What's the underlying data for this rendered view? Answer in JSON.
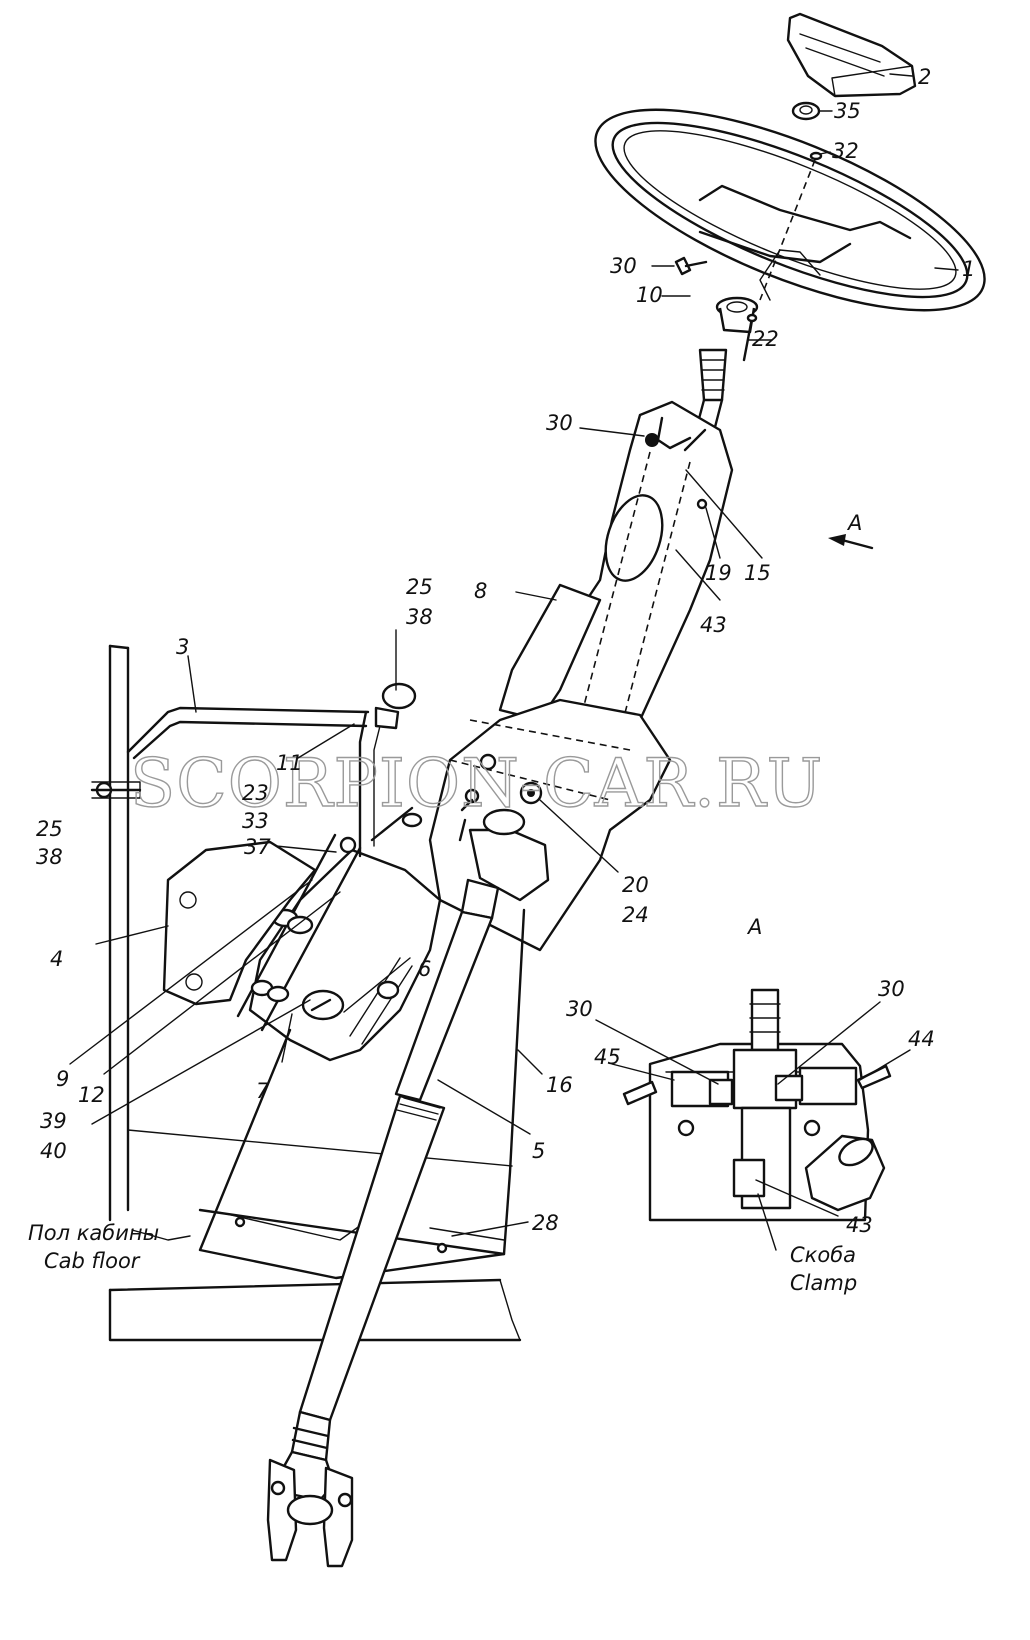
{
  "watermark": "SCORPION-CAR.RU",
  "view_marker": "A",
  "inset_title": "A",
  "labels": {
    "l1": "1",
    "l2": "2",
    "l35": "35",
    "l32": "32",
    "l30a": "30",
    "l10": "10",
    "l22": "22",
    "l30b": "30",
    "l15": "15",
    "l19": "19",
    "l43a": "43",
    "l8": "8",
    "l25a": "25",
    "l38a": "38",
    "l3": "3",
    "l11": "11",
    "l23": "23",
    "l33": "33",
    "l25b": "25",
    "l38b": "38",
    "l37": "37",
    "l20": "20",
    "l24": "24",
    "l4": "4",
    "l6": "6",
    "l7": "7",
    "l9": "9",
    "l12": "12",
    "l39": "39",
    "l40": "40",
    "l16": "16",
    "l5": "5",
    "l28": "28",
    "l30c": "30",
    "l30d": "30",
    "l45": "45",
    "l44": "44",
    "l43b": "43"
  },
  "floor_ru": "Пол кабины",
  "floor_en": "Cab floor",
  "clamp_ru": "Скоба",
  "clamp_en": "Clamp"
}
